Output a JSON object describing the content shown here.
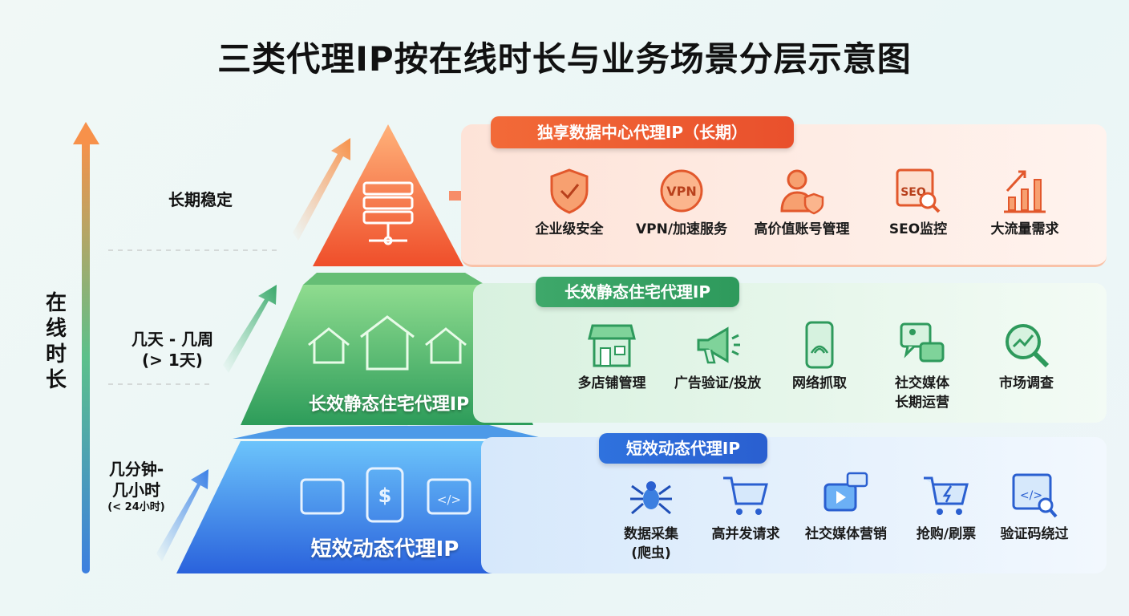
{
  "title": "三类代理IP按在线时长与业务场景分层示意图",
  "axis": {
    "label": "在线时长",
    "levels": [
      {
        "line1": "长期稳定"
      },
      {
        "line1": "几天 - 几周",
        "line2": "(> 1天)"
      },
      {
        "line1": "几分钟-",
        "line2": "几小时",
        "line3": "(< 24小时)"
      }
    ]
  },
  "colors": {
    "top": "#f0572e",
    "middle": "#3fae69",
    "bottom": "#2f6fe0"
  },
  "tiers": [
    {
      "badge": "独享数据中心代理IP（长期）",
      "pyramid_label": "",
      "items": [
        {
          "icon": "shield-check-icon",
          "label": "企业级安全"
        },
        {
          "icon": "vpn-icon",
          "label": "VPN/加速服务"
        },
        {
          "icon": "user-shield-icon",
          "label": "高价值账号管理"
        },
        {
          "icon": "seo-search-icon",
          "label": "SEO监控"
        },
        {
          "icon": "bar-chart-up-icon",
          "label": "大流量需求"
        }
      ]
    },
    {
      "badge": "长效静态住宅代理IP",
      "pyramid_label": "长效静态住宅代理IP",
      "items": [
        {
          "icon": "store-icon",
          "label": "多店铺管理"
        },
        {
          "icon": "megaphone-icon",
          "label": "广告验证/投放"
        },
        {
          "icon": "phone-crawl-icon",
          "label": "网络抓取"
        },
        {
          "icon": "chat-icon",
          "label": "社交媒体",
          "label2": "长期运营"
        },
        {
          "icon": "market-search-icon",
          "label": "市场调查"
        }
      ]
    },
    {
      "badge": "短效动态代理IP",
      "pyramid_label": "短效动态代理IP",
      "items": [
        {
          "icon": "spider-icon",
          "label": "数据采集",
          "label2": "(爬虫)"
        },
        {
          "icon": "cart-icon",
          "label": "高并发请求"
        },
        {
          "icon": "video-chat-icon",
          "label": "社交媒体营销"
        },
        {
          "icon": "cart-bolt-icon",
          "label": "抢购/刷票"
        },
        {
          "icon": "code-search-icon",
          "label": "验证码绕过"
        }
      ]
    }
  ]
}
